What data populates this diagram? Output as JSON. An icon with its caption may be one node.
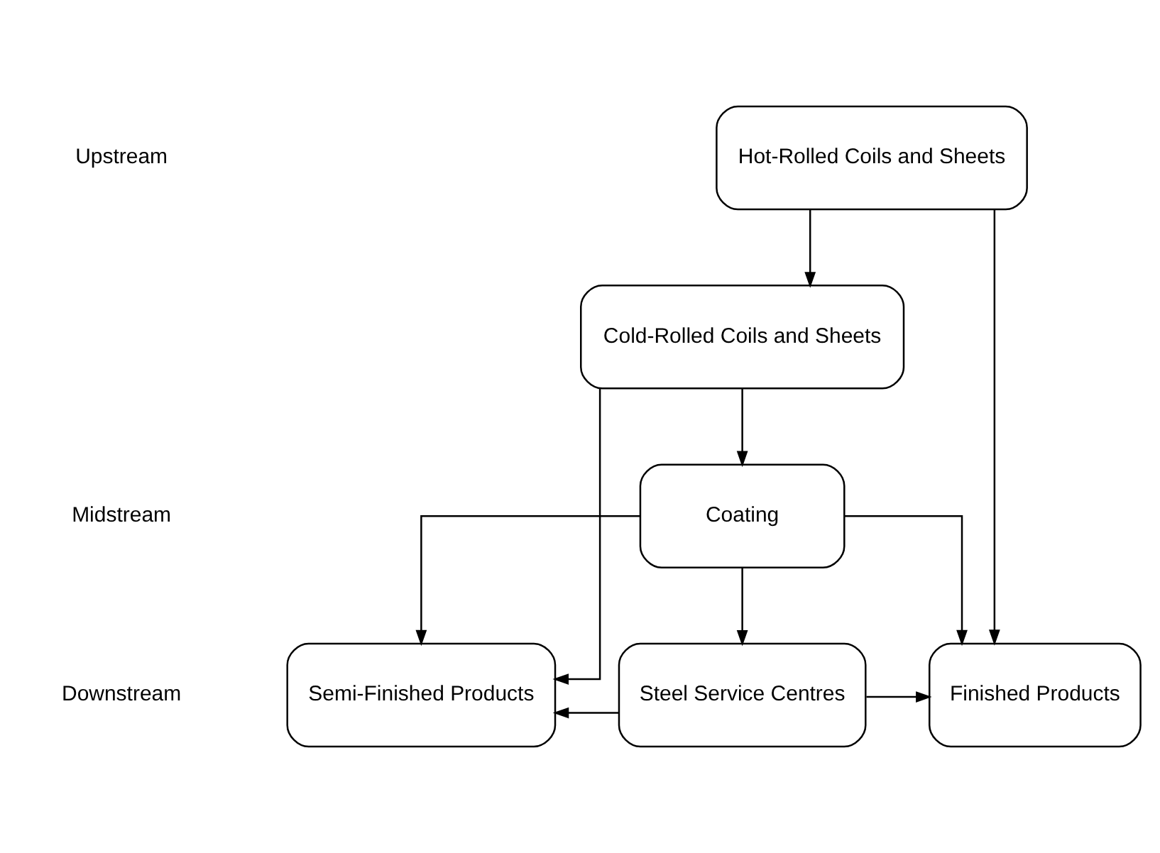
{
  "diagram": {
    "nodes": [
      {
        "text": [
          "Hot-Rolled Coils and Sheets"
        ]
      },
      {
        "text": [
          "Cold-Rolled Coils and Sheets"
        ]
      },
      {
        "text": [
          "Coating"
        ]
      },
      {
        "text": [
          "Finished Products"
        ]
      },
      {
        "text": [
          "Steel Service Centres"
        ]
      },
      {
        "text": [
          "Semi-Finished Products"
        ]
      }
    ],
    "edges": [
      {
        "from": 0,
        "to": 1,
        "arrow": "to"
      },
      {
        "from": 1,
        "to": 2,
        "arrow": "to"
      },
      {
        "from": 0,
        "to": 3,
        "arrow": "to"
      },
      {
        "from": 1,
        "to": 5,
        "arrow": "to"
      },
      {
        "from": 2,
        "to": 3,
        "arrow": "to"
      },
      {
        "from": 2,
        "to": 4,
        "arrow": "to"
      },
      {
        "from": 2,
        "to": 5,
        "arrow": "to"
      },
      {
        "from": 4,
        "to": 3,
        "arrow": "to"
      },
      {
        "from": 4,
        "to": 5,
        "arrow": "to"
      }
    ],
    "labels": [
      "Upstream",
      "Midstream",
      "Downstream"
    ]
  }
}
